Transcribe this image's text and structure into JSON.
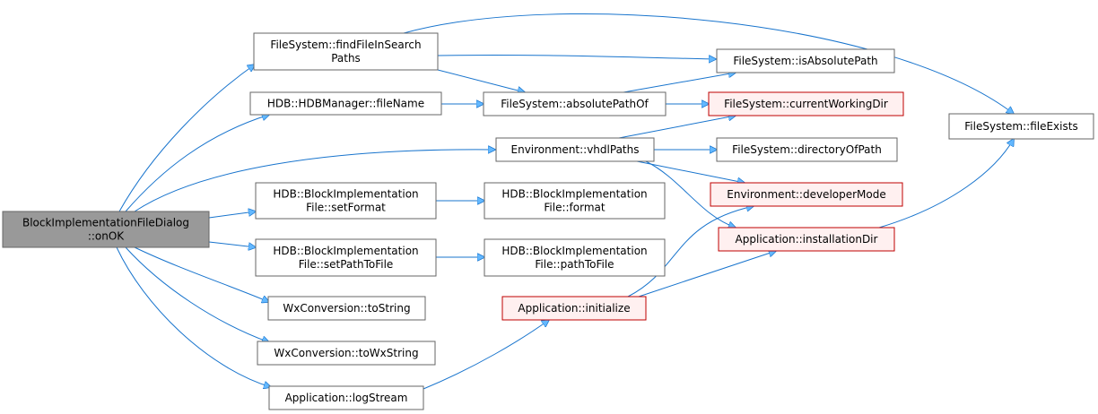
{
  "colors": {
    "root_fill": "#999999",
    "root_stroke": "#666666",
    "normal_fill": "#ffffff",
    "normal_stroke": "#666666",
    "red_fill": "#fff0f0",
    "red_stroke": "#bf0000",
    "edge": "#63b8ff",
    "edge_dark": "#1874cd"
  },
  "nodes": [
    {
      "id": "onok",
      "style": "root",
      "lines": [
        "BlockImplementationFileDialog",
        "::onOK"
      ]
    },
    {
      "id": "findfile",
      "style": "normal",
      "lines": [
        "FileSystem::findFileInSearch",
        "Paths"
      ]
    },
    {
      "id": "hdbfilename",
      "style": "normal",
      "lines": [
        "HDB::HDBManager::fileName"
      ]
    },
    {
      "id": "vhdlpaths",
      "style": "normal",
      "lines": [
        "Environment::vhdlPaths"
      ]
    },
    {
      "id": "setformat",
      "style": "normal",
      "lines": [
        "HDB::BlockImplementation",
        "File::setFormat"
      ]
    },
    {
      "id": "setpath",
      "style": "normal",
      "lines": [
        "HDB::BlockImplementation",
        "File::setPathToFile"
      ]
    },
    {
      "id": "tostring",
      "style": "normal",
      "lines": [
        "WxConversion::toString"
      ]
    },
    {
      "id": "towxstring",
      "style": "normal",
      "lines": [
        "WxConversion::toWxString"
      ]
    },
    {
      "id": "logstream",
      "style": "normal",
      "lines": [
        "Application::logStream"
      ]
    },
    {
      "id": "isabs",
      "style": "normal",
      "lines": [
        "FileSystem::isAbsolutePath"
      ]
    },
    {
      "id": "abspath",
      "style": "normal",
      "lines": [
        "FileSystem::absolutePathOf"
      ]
    },
    {
      "id": "cwd",
      "style": "red",
      "lines": [
        "FileSystem::currentWorkingDir"
      ]
    },
    {
      "id": "dirofpath",
      "style": "normal",
      "lines": [
        "FileSystem::directoryOfPath"
      ]
    },
    {
      "id": "devmode",
      "style": "red",
      "lines": [
        "Environment::developerMode"
      ]
    },
    {
      "id": "instdir",
      "style": "red",
      "lines": [
        "Application::installationDir"
      ]
    },
    {
      "id": "format",
      "style": "normal",
      "lines": [
        "HDB::BlockImplementation",
        "File::format"
      ]
    },
    {
      "id": "pathtofile",
      "style": "normal",
      "lines": [
        "HDB::BlockImplementation",
        "File::pathToFile"
      ]
    },
    {
      "id": "appinit",
      "style": "red",
      "lines": [
        "Application::initialize"
      ]
    },
    {
      "id": "fileexists",
      "style": "normal",
      "lines": [
        "FileSystem::fileExists"
      ]
    }
  ],
  "edges": [
    {
      "from": "onok",
      "to": "findfile"
    },
    {
      "from": "onok",
      "to": "hdbfilename"
    },
    {
      "from": "onok",
      "to": "vhdlpaths"
    },
    {
      "from": "onok",
      "to": "setformat"
    },
    {
      "from": "onok",
      "to": "setpath"
    },
    {
      "from": "onok",
      "to": "tostring"
    },
    {
      "from": "onok",
      "to": "towxstring"
    },
    {
      "from": "onok",
      "to": "logstream"
    },
    {
      "from": "findfile",
      "to": "isabs"
    },
    {
      "from": "findfile",
      "to": "abspath"
    },
    {
      "from": "findfile",
      "to": "fileexists"
    },
    {
      "from": "hdbfilename",
      "to": "abspath"
    },
    {
      "from": "abspath",
      "to": "isabs"
    },
    {
      "from": "abspath",
      "to": "cwd"
    },
    {
      "from": "vhdlpaths",
      "to": "cwd"
    },
    {
      "from": "vhdlpaths",
      "to": "dirofpath"
    },
    {
      "from": "vhdlpaths",
      "to": "devmode"
    },
    {
      "from": "vhdlpaths",
      "to": "instdir"
    },
    {
      "from": "setformat",
      "to": "format"
    },
    {
      "from": "setpath",
      "to": "pathtofile"
    },
    {
      "from": "logstream",
      "to": "appinit"
    },
    {
      "from": "appinit",
      "to": "devmode"
    },
    {
      "from": "appinit",
      "to": "instdir"
    },
    {
      "from": "instdir",
      "to": "fileexists"
    }
  ]
}
